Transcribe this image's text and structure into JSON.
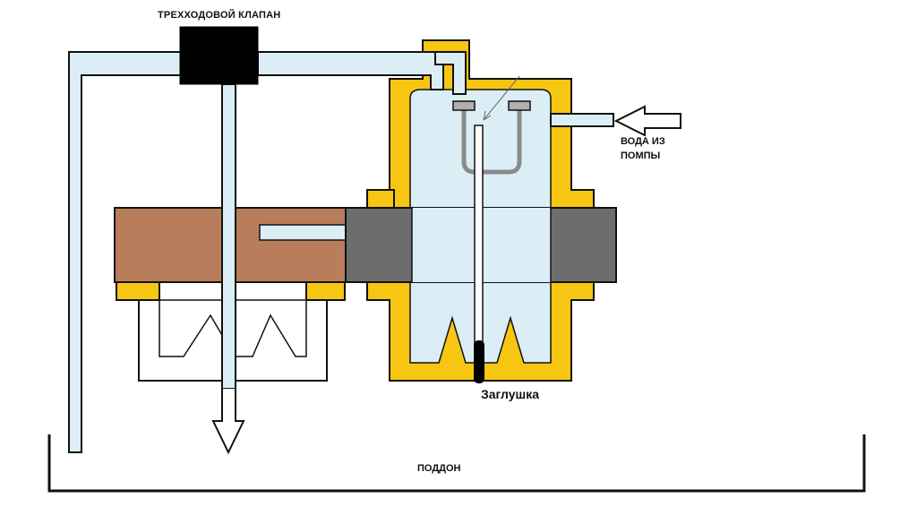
{
  "labels": {
    "valve": "ТРЕХХОДОВОЙ КЛАПАН",
    "water_line1": "ВОДА ИЗ",
    "water_line2": "ПОМПЫ",
    "plug": "Заглушка",
    "tray": "ПОДДОН"
  },
  "colors": {
    "yellow": "#f7c613",
    "brown": "#b87d5b",
    "gray": "#6d6d6d",
    "water": "#dbeef6",
    "black": "#000000"
  }
}
